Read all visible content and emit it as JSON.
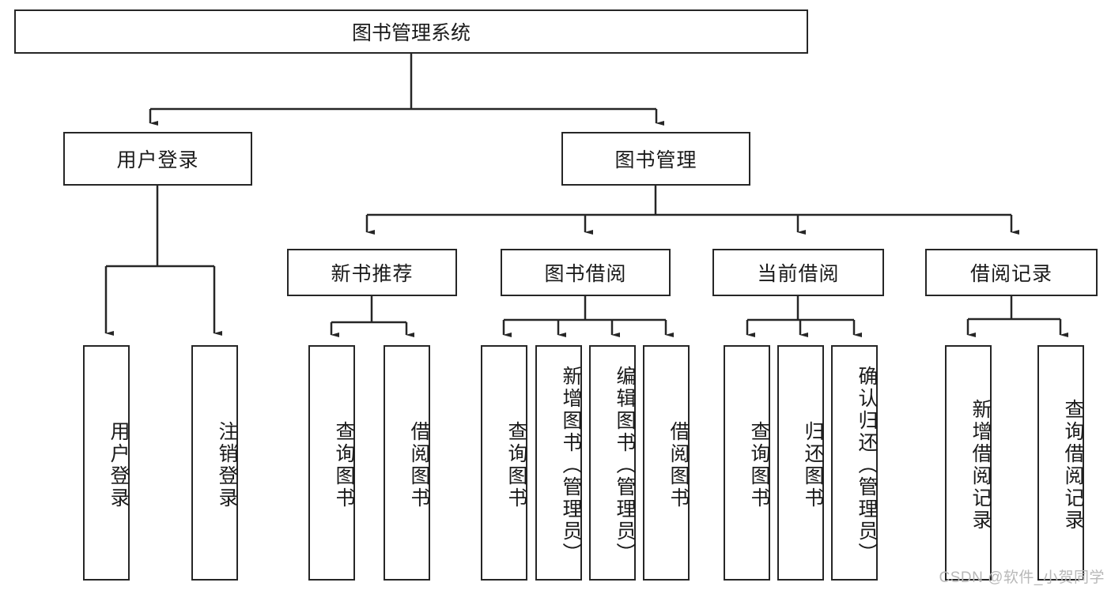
{
  "diagram": {
    "title": "图书管理系统",
    "type": "tree-hierarchy-diagram",
    "colors": {
      "stroke": "#262626",
      "fill": "#ffffff",
      "text": "#1a1a1a",
      "watermark": "#b8b8b8"
    },
    "root": {
      "label": "图书管理系统"
    },
    "level2": [
      {
        "label": "用户登录"
      },
      {
        "label": "图书管理"
      }
    ],
    "level3": [
      {
        "label": "新书推荐"
      },
      {
        "label": "图书借阅"
      },
      {
        "label": "当前借阅"
      },
      {
        "label": "借阅记录"
      }
    ],
    "leaves": {
      "user_login": [
        {
          "label": "用户登录"
        },
        {
          "label": "注销登录"
        }
      ],
      "new_book_recommend": [
        {
          "label": "查询图书"
        },
        {
          "label": "借阅图书"
        }
      ],
      "book_borrow": [
        {
          "label": "查询图书"
        },
        {
          "label": "新增图书（管理员）"
        },
        {
          "label": "编辑图书（管理员）"
        },
        {
          "label": "借阅图书"
        }
      ],
      "current_borrow": [
        {
          "label": "查询图书"
        },
        {
          "label": "归还图书"
        },
        {
          "label": "确认归还（管理员）"
        }
      ],
      "borrow_record": [
        {
          "label": "新增借阅记录"
        },
        {
          "label": "查询借阅记录"
        }
      ]
    },
    "watermark": "CSDN @软件_小贺同学"
  }
}
